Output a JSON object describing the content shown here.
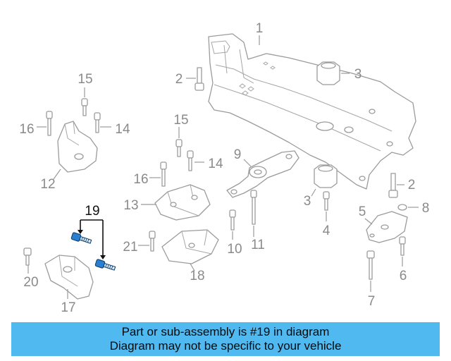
{
  "callouts": {
    "c1": "1",
    "c2a": "2",
    "c2b": "2",
    "c3a": "3",
    "c3b": "3",
    "c4": "4",
    "c5": "5",
    "c6": "6",
    "c7": "7",
    "c8": "8",
    "c9": "9",
    "c10": "10",
    "c11": "11",
    "c12": "12",
    "c13": "13",
    "c14a": "14",
    "c14b": "14",
    "c15a": "15",
    "c15b": "15",
    "c16a": "16",
    "c16b": "16",
    "c17": "17",
    "c18": "18",
    "c19": "19",
    "c20": "20",
    "c21": "21"
  },
  "highlighted_part": "19",
  "colors": {
    "banner": "#4fb9f0",
    "highlight": "#2a7fd0",
    "line_art": "#9b9b9b"
  },
  "banner": {
    "line1": "Part or sub-assembly is #19 in diagram",
    "line2": "Diagram may not be specific to your vehicle"
  }
}
